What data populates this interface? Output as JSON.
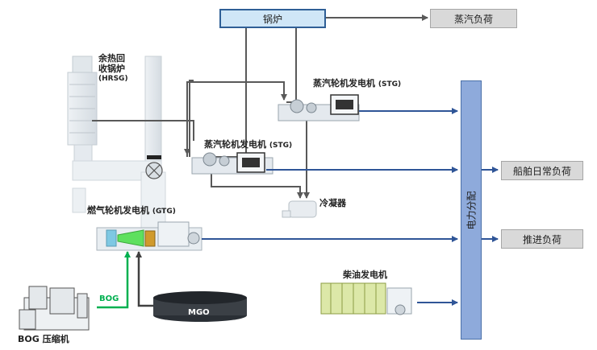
{
  "boiler": {
    "label": "锅炉"
  },
  "steam_load": {
    "label": "蒸汽负荷"
  },
  "hrsg": {
    "label_line1": "余热回",
    "label_line2": "收锅炉",
    "abbr": "(HRSG)"
  },
  "stg_upper": {
    "label": "蒸汽轮机发电机",
    "abbr": "(STG)"
  },
  "stg_lower": {
    "label": "蒸汽轮机发电机",
    "abbr": "(STG)"
  },
  "condenser": {
    "label": "冷凝器"
  },
  "gtg": {
    "label": "燃气轮机发电机",
    "abbr": "(GTG)"
  },
  "power_distribution": {
    "label": "电力分配"
  },
  "ship_load": {
    "label": "船舶日常负荷"
  },
  "propulsion_load": {
    "label": "推进负荷"
  },
  "diesel_gen": {
    "label": "柴油发电机"
  },
  "bog": {
    "label": "BOG"
  },
  "mgo": {
    "label": "MGO"
  },
  "bog_compressor": {
    "label": "BOG 压缩机"
  },
  "colors": {
    "electric_line": "#2f5597",
    "steam_line": "#595959",
    "bog_line": "#00b050",
    "bus": "#8eaadb"
  }
}
